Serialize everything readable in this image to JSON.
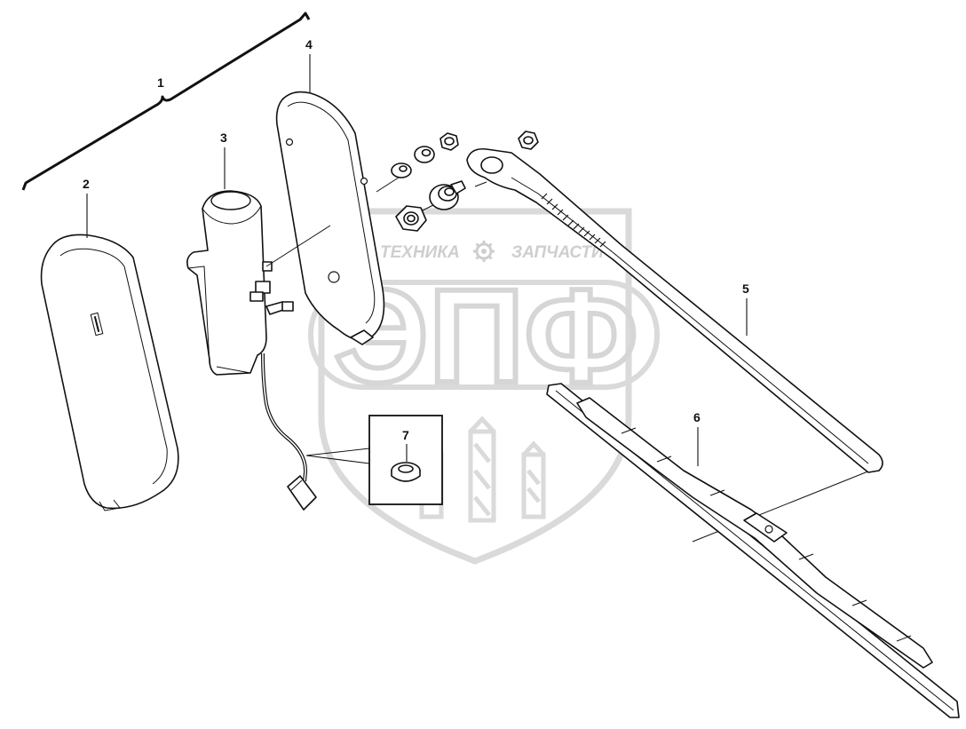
{
  "diagram": {
    "callouts": [
      {
        "id": "1",
        "label": "1"
      },
      {
        "id": "2",
        "label": "2"
      },
      {
        "id": "3",
        "label": "3"
      },
      {
        "id": "4",
        "label": "4"
      },
      {
        "id": "5",
        "label": "5"
      },
      {
        "id": "6",
        "label": "6"
      },
      {
        "id": "7",
        "label": "7"
      }
    ]
  },
  "watermark": {
    "left_text": "ТЕХНИКА",
    "right_text": "ЗАПЧАСТИ",
    "big_text": "ЭПФ",
    "gear_icon": "gear-icon"
  }
}
